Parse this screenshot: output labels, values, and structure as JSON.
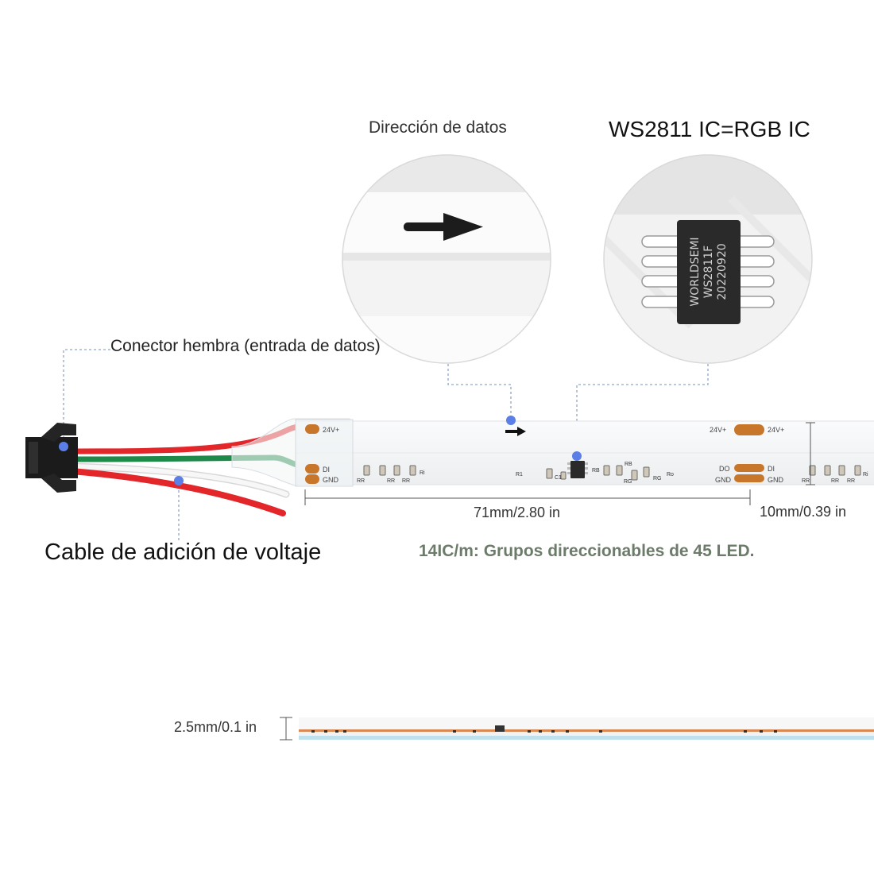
{
  "labels": {
    "data_direction": "Dirección de datos",
    "ic_type": "WS2811 IC=RGB IC",
    "connector": "Conector hembra (entrada de datos)",
    "voltage_cable": "Cable de adición de voltaje",
    "groups": "14IC/m: Grupos direccionables de 45 LED.",
    "pitch_dimension": "71mm/2.80 in",
    "end_dimension": "10mm/0.39 in",
    "thickness": "2.5mm/0.1 in"
  },
  "chip": {
    "brand": "WORLDSEMI",
    "model": "WS2811F",
    "date": "20220920"
  },
  "strip": {
    "pad_left_top": "24V+",
    "pad_left_di": "DI",
    "pad_left_gnd": "GND",
    "pad_right_24v_a": "24V+",
    "pad_right_24v_b": "24V+",
    "pad_right_do": "DO",
    "pad_right_di": "DI",
    "pad_right_gnd_a": "GND",
    "pad_right_gnd_b": "GND",
    "comp_r1": "R1",
    "comp_c1": "C1",
    "comp_rb1": "RB",
    "comp_rb2": "RB",
    "comp_rg1": "RG",
    "comp_rg2": "RG",
    "comp_ro": "Ro",
    "comp_ri1": "Ri",
    "comp_ri2": "Ri",
    "rr_labels": [
      "RR",
      "RR",
      "RR",
      "RR",
      "RR",
      "RR"
    ]
  },
  "colors": {
    "wire_red": "#e3262a",
    "wire_green": "#1e8a4a",
    "wire_white": "#f1f1f1",
    "connector_black": "#1b1b1b",
    "pad_copper": "#c8762a",
    "strip_body": "#f4f5f6",
    "annotation_dot": "#5b7fe6",
    "leader_line": "#8fa6c8",
    "chip_body": "#2a2a2a"
  }
}
